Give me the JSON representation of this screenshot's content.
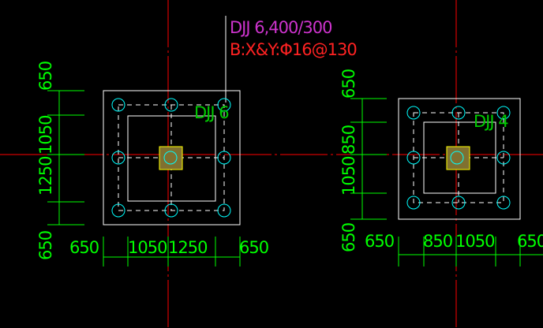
{
  "colors": {
    "background": "#000000",
    "axis": "#ff0000",
    "outline": "#ffffff",
    "dashed": "#ffffff",
    "bolt": "#00ffff",
    "dimension": "#00ff00",
    "label": "#00cc00",
    "magenta": "#cc33cc",
    "rebar": "#ff2222",
    "column": "#ffff00"
  },
  "annotation": {
    "name": "DJJ 6,400/300",
    "rebar": "B:X&Y:Φ16@130"
  },
  "footings": {
    "left": {
      "label": "DJJ 6",
      "dim_left": [
        "650",
        "1050",
        "1250",
        "650"
      ],
      "dim_bottom": [
        "650",
        "1050",
        "1250",
        "650"
      ]
    },
    "right": {
      "label": "DJJ 4",
      "dim_left": [
        "650",
        "850",
        "1050",
        "650"
      ],
      "dim_bottom": [
        "650",
        "850",
        "1050",
        "650"
      ]
    }
  }
}
